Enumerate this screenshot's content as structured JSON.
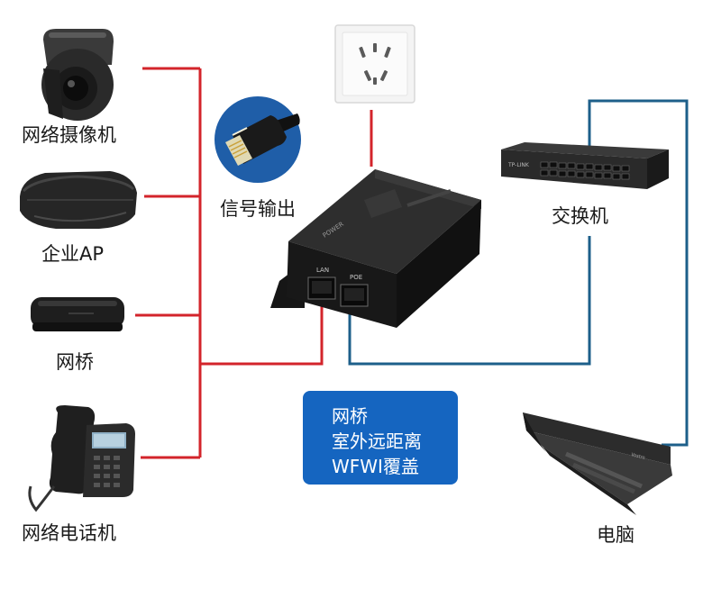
{
  "devices": {
    "camera": "网络摄像机",
    "ap": "企业AP",
    "bridge": "网桥",
    "phone": "网络电话机",
    "signal_out": "信号输出",
    "switch": "交换机",
    "pc": "电脑"
  },
  "injector": {
    "port_lan": "LAN",
    "port_poe": "POE",
    "power_text": "POWER"
  },
  "callout": {
    "line1": "网桥",
    "line2": "室外远距离",
    "line3": "WFWI覆盖"
  },
  "colors": {
    "red_line": "#d3242b",
    "blue_line": "#1d5f8a",
    "callout_bg": "#1565c0"
  }
}
